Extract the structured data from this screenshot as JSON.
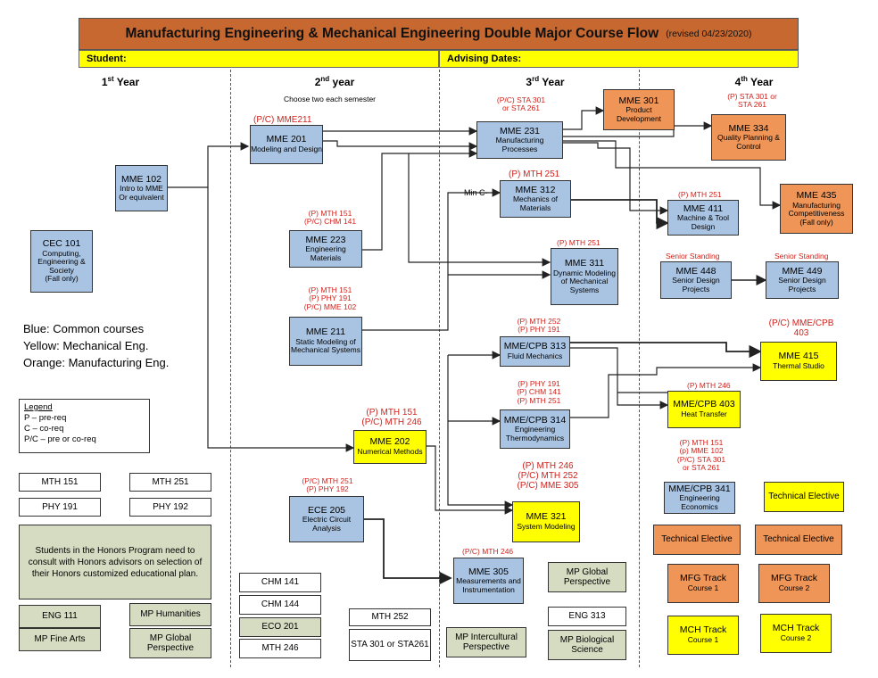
{
  "title": "Manufacturing Engineering & Mechanical Engineering Double Major Course Flow",
  "revised": "(revised 04/23/2020)",
  "student_label": "Student:",
  "advising_label": "Advising Dates:",
  "years": [
    {
      "num": "1",
      "sup": "st",
      "label": "Year"
    },
    {
      "num": "2",
      "sup": "nd",
      "label": "year"
    },
    {
      "num": "3",
      "sup": "rd",
      "label": "Year"
    },
    {
      "num": "4",
      "sup": "th",
      "label": "Year"
    }
  ],
  "choose_note": "Choose two each semester",
  "color_key": [
    "Blue: Common courses",
    "Yellow: Mechanical Eng.",
    "Orange: Manufacturing Eng."
  ],
  "legend": {
    "title": "Legend",
    "lines": [
      "P – pre-req",
      "C – co-req",
      "P/C – pre or co-req"
    ]
  },
  "honors_note": "Students in the Honors Program need to consult with Honors advisors on selection of their Honors customized educational plan.",
  "min_c": "Min C-",
  "colors": {
    "blue": "#A9C4E3",
    "orange": "#EE9557",
    "yellow": "#FFFF00",
    "green": "#D6DCC2",
    "prereq": "#D0221C",
    "title_bar": "#C6682F"
  },
  "courses": {
    "cec101": {
      "code": "CEC 101",
      "name": "Computing, Engineering & Society",
      "note": "(Fall only)"
    },
    "mme102": {
      "code": "MME 102",
      "name": "Intro to MME Or equivalent"
    },
    "mme201": {
      "code": "MME 201",
      "name": "Modeling and Design"
    },
    "mme223": {
      "code": "MME 223",
      "name": "Engineering Materials"
    },
    "mme211": {
      "code": "MME 211",
      "name": "Static Modeling of Mechanical Systems"
    },
    "mme202": {
      "code": "MME 202",
      "name": "Numerical Methods"
    },
    "ece205": {
      "code": "ECE 205",
      "name": "Electric Circuit Analysis"
    },
    "mme231": {
      "code": "MME 231",
      "name": "Manufacturing Processes"
    },
    "mme301": {
      "code": "MME 301",
      "name": "Product Development"
    },
    "mme312": {
      "code": "MME 312",
      "name": "Mechanics of Materials"
    },
    "mme311": {
      "code": "MME 311",
      "name": "Dynamic Modeling of Mechanical Systems"
    },
    "mme313": {
      "code": "MME/CPB 313",
      "name": "Fluid Mechanics"
    },
    "mme314": {
      "code": "MME/CPB 314",
      "name": "Engineering Thermodynamics"
    },
    "mme321": {
      "code": "MME 321",
      "name": "System Modeling"
    },
    "mme305": {
      "code": "MME 305",
      "name": "Measurements and Instrumentation"
    },
    "mme334": {
      "code": "MME 334",
      "name": "Quality Planning & Control"
    },
    "mme435": {
      "code": "MME 435",
      "name": "Manufacturing Competitiveness",
      "note": "(Fall only)"
    },
    "mme411": {
      "code": "MME 411",
      "name": "Machine & Tool Design"
    },
    "mme448": {
      "code": "MME 448",
      "name": "Senior Design Projects"
    },
    "mme449": {
      "code": "MME 449",
      "name": "Senior Design Projects"
    },
    "mme415": {
      "code": "MME 415",
      "name": "Thermal Studio"
    },
    "mme403": {
      "code": "MME/CPB 403",
      "name": "Heat Transfer"
    },
    "mme341": {
      "code": "MME/CPB 341",
      "name": "Engineering Economics"
    },
    "te1": {
      "code": "Technical Elective"
    },
    "te2": {
      "code": "Technical Elective"
    },
    "te3": {
      "code": "Technical Elective"
    },
    "mfg1": {
      "code": "MFG Track",
      "name": "Course 1"
    },
    "mfg2": {
      "code": "MFG Track",
      "name": "Course 2"
    },
    "mch1": {
      "code": "MCH Track",
      "name": "Course 1"
    },
    "mch2": {
      "code": "MCH Track",
      "name": "Course 2"
    },
    "mth151": {
      "code": "MTH 151"
    },
    "mth251": {
      "code": "MTH 251"
    },
    "phy191": {
      "code": "PHY 191"
    },
    "phy192": {
      "code": "PHY 192"
    },
    "eng111": {
      "code": "ENG 111"
    },
    "mp_hum": {
      "code": "MP Humanities"
    },
    "mp_fine": {
      "code": "MP Fine Arts"
    },
    "mp_glob1": {
      "code": "MP Global Perspective"
    },
    "chm141": {
      "code": "CHM 141"
    },
    "chm144": {
      "code": "CHM 144"
    },
    "eco201": {
      "code": "ECO 201"
    },
    "mth246": {
      "code": "MTH 246"
    },
    "mth252": {
      "code": "MTH 252"
    },
    "sta301": {
      "code": "STA 301 or STA261"
    },
    "mp_glob2": {
      "code": "MP Global Perspective"
    },
    "eng313": {
      "code": "ENG 313"
    },
    "mp_inter": {
      "code": "MP Intercultural Perspective"
    },
    "mp_bio": {
      "code": "MP Biological Science"
    }
  },
  "prereqs": {
    "mme201": [
      "(P/C) MME211"
    ],
    "mme223": [
      "(P) MTH 151",
      "(P/C) CHM 141"
    ],
    "mme211": [
      "(P) MTH 151",
      "(P) PHY 191",
      "(P/C) MME 102"
    ],
    "mme202": [
      "(P) MTH 151",
      "(P/C) MTH 246"
    ],
    "ece205": [
      "(P/C) MTH 251",
      "(P) PHY 192"
    ],
    "mme231": [
      "(P/C) STA 301",
      "or STA 261"
    ],
    "mme312": [
      "(P) MTH 251"
    ],
    "mme311": [
      "(P) MTH 251"
    ],
    "mme313": [
      "(P) MTH 252",
      "(P) PHY 191"
    ],
    "mme314": [
      "(P) PHY 191",
      "(P) CHM 141",
      "(P) MTH 251"
    ],
    "mme321": [
      "(P) MTH 246",
      "(P/C) MTH 252",
      "(P/C) MME 305"
    ],
    "mme305": [
      "(P/C) MTH 246"
    ],
    "mme334": [
      "(P) STA 301 or",
      "STA 261"
    ],
    "mme411": [
      "(P) MTH 251"
    ],
    "mme448": [
      "Senior Standing"
    ],
    "mme449": [
      "Senior Standing"
    ],
    "mme415": [
      "(P/C) MME/CPB",
      "403"
    ],
    "mme403": [
      "(P) MTH 246"
    ],
    "mme341": [
      "(P) MTH 151",
      "(p) MME 102",
      "(P/C) STA 301",
      "or STA 261"
    ]
  }
}
